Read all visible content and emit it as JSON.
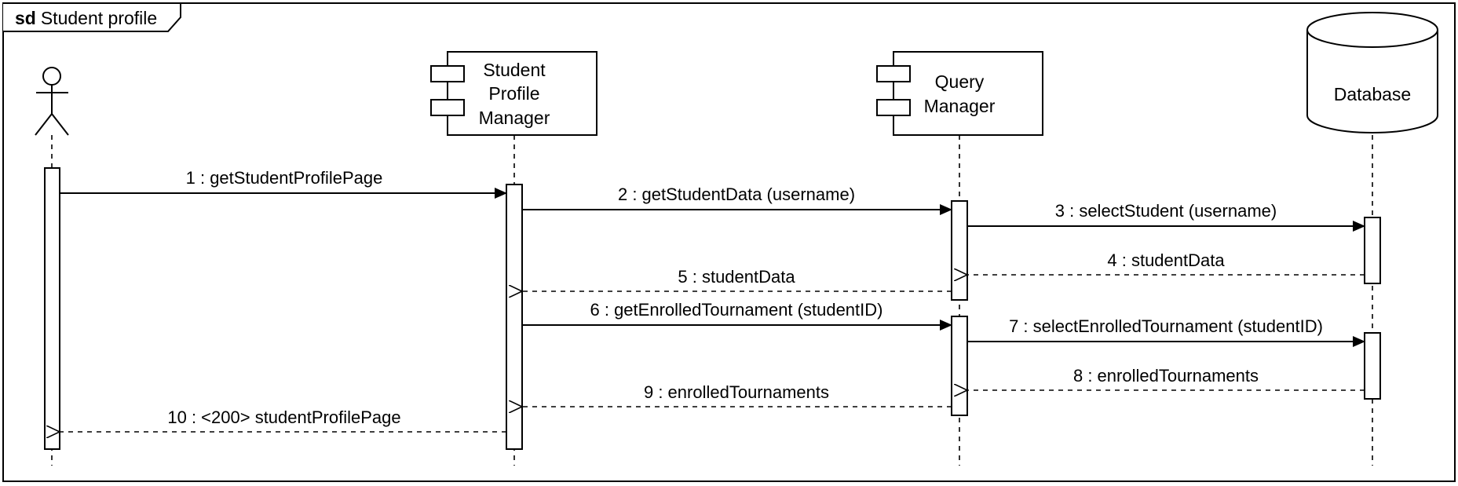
{
  "frame": {
    "keyword": "sd",
    "title": "Student profile"
  },
  "participants": {
    "actor": {
      "label": ""
    },
    "student_profile_manager": {
      "lines": [
        "Student",
        "Profile",
        "Manager"
      ]
    },
    "query_manager": {
      "lines": [
        "Query",
        "Manager"
      ]
    },
    "database": {
      "label": "Database"
    }
  },
  "messages": [
    {
      "number": "1",
      "text": "1 : getStudentProfilePage",
      "kind": "sync",
      "from": "actor",
      "to": "student_profile_manager"
    },
    {
      "number": "2",
      "text": "2 : getStudentData (username)",
      "kind": "sync",
      "from": "student_profile_manager",
      "to": "query_manager"
    },
    {
      "number": "3",
      "text": "3 : selectStudent (username)",
      "kind": "sync",
      "from": "query_manager",
      "to": "database"
    },
    {
      "number": "4",
      "text": "4 : studentData",
      "kind": "reply",
      "from": "database",
      "to": "query_manager"
    },
    {
      "number": "5",
      "text": "5 : studentData",
      "kind": "reply",
      "from": "query_manager",
      "to": "student_profile_manager"
    },
    {
      "number": "6",
      "text": "6 : getEnrolledTournament (studentID)",
      "kind": "sync",
      "from": "student_profile_manager",
      "to": "query_manager"
    },
    {
      "number": "7",
      "text": "7 : selectEnrolledTournament (studentID)",
      "kind": "sync",
      "from": "query_manager",
      "to": "database"
    },
    {
      "number": "8",
      "text": "8 : enrolledTournaments",
      "kind": "reply",
      "from": "database",
      "to": "query_manager"
    },
    {
      "number": "9",
      "text": "9 : enrolledTournaments",
      "kind": "reply",
      "from": "query_manager",
      "to": "student_profile_manager"
    },
    {
      "number": "10",
      "text": "10 : <200> studentProfilePage",
      "kind": "reply",
      "from": "student_profile_manager",
      "to": "actor"
    }
  ],
  "colors": {
    "line": "#000000",
    "background": "#ffffff"
  }
}
